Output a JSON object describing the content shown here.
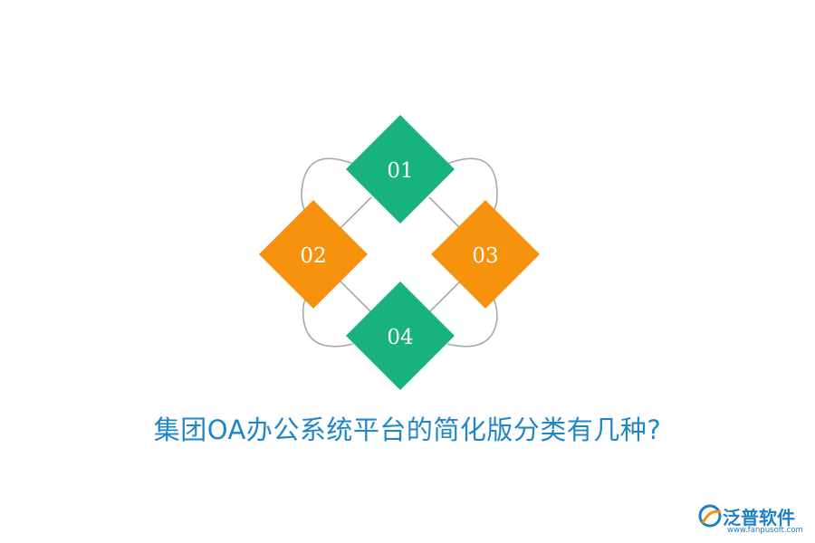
{
  "diagram": {
    "items": [
      {
        "label": "01",
        "color": "#17b27f"
      },
      {
        "label": "02",
        "color": "#f7920f"
      },
      {
        "label": "03",
        "color": "#f7920f"
      },
      {
        "label": "04",
        "color": "#17b27f"
      }
    ],
    "connector_color": "#a9a9a9"
  },
  "caption": "集团OA办公系统平台的简化版分类有几种?",
  "logo": {
    "name": "泛普软件",
    "url": "www.fanpusoft.com",
    "color": "#1f7fc5",
    "accent": "#f7920f"
  }
}
